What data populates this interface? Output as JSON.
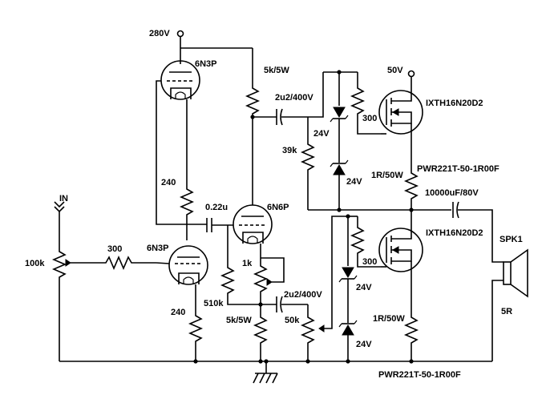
{
  "labels": {
    "v280": "280V",
    "tube1": "6N3P",
    "r5k_top": "5k/5W",
    "c2u_top": "2u2/400V",
    "v50": "50V",
    "mosfet_top": "IXTH16N20D2",
    "r300_top": "300",
    "z24_a": "24V",
    "r39k": "39k",
    "z24_b": "24V",
    "r1r_top": "1R/50W",
    "pwr_top": "PWR221T-50-1R00F",
    "r240_top": "240",
    "c022": "0.22u",
    "tube2": "6N6P",
    "cap_out": "10000uF/80V",
    "in": "IN",
    "r300_in": "300",
    "tube3": "6N3P",
    "pot100k": "100k",
    "r1k": "1k",
    "mosfet_bot": "IXTH16N20D2",
    "spk": "SPK1",
    "r300_bot": "300",
    "z24_c": "24V",
    "r510k": "510k",
    "c2u_bot": "2u2/400V",
    "r240_bot": "240",
    "r5k_bot": "5k/5W",
    "pot50k": "50k",
    "r1r_bot": "1R/50W",
    "z24_d": "24V",
    "spk_imp": "5R",
    "pwr_bot": "PWR221T-50-1R00F"
  }
}
